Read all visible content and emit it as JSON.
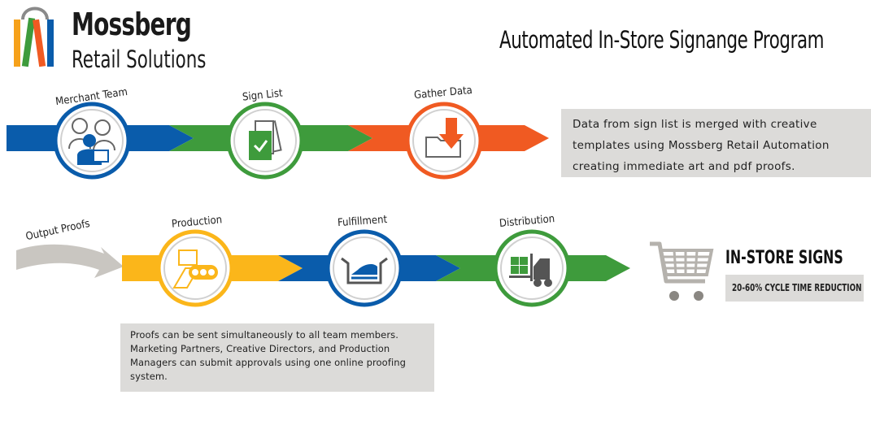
{
  "brand": {
    "name": "Mossberg",
    "subtitle": "Retail Solutions"
  },
  "title": "Automated In-Store Signange Program",
  "colors": {
    "blue": "#0a5cab",
    "green": "#3e9b3c",
    "orange": "#f05a22",
    "yellow": "#fbb61a",
    "gray": "#c9c6c1",
    "note_bg": "#dcdbd9",
    "dark_gray": "#5a5a5a"
  },
  "row1": {
    "steps": [
      {
        "label": "Merchant Team",
        "icon": "team-icon"
      },
      {
        "label": "Sign List",
        "icon": "checklist-icon"
      },
      {
        "label": "Gather Data",
        "icon": "folder-download-icon"
      }
    ],
    "note": "Data from sign list is merged with creative templates using Mossberg Retail Automation creating immediate art and pdf proofs."
  },
  "row2": {
    "lead_label": "Output Proofs",
    "steps": [
      {
        "label": "Production",
        "icon": "production-icon"
      },
      {
        "label": "Fulfillment",
        "icon": "tray-icon"
      },
      {
        "label": "Distribution",
        "icon": "forklift-icon"
      }
    ],
    "note": "Proofs can be sent simultaneously to all team members. Marketing Partners, Creative Directors, and Production Managers can submit approvals using one online proofing system."
  },
  "result": {
    "icon": "shopping-cart-icon",
    "heading": "IN-STORE SIGNS",
    "badge": "20-60% CYCLE TIME REDUCTION"
  }
}
